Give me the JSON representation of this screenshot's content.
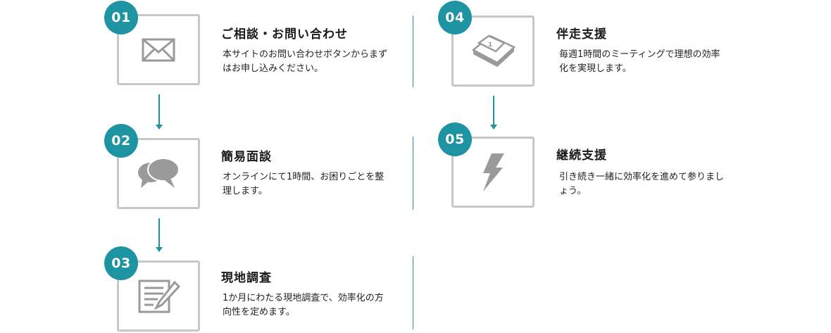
{
  "steps": [
    {
      "num": "01",
      "title": "ご相談・お問い合わせ",
      "desc": "本サイトのお問い合わせボタンからまずはお申し込みください。",
      "icon": "envelope-icon"
    },
    {
      "num": "02",
      "title": "簡易面談",
      "desc": "オンラインにて1時間、お困りごとを整理します。",
      "icon": "speech-bubbles-icon"
    },
    {
      "num": "03",
      "title": "現地調査",
      "desc": "1か月にわたる現地調査で、効率化の方向性を定めます。",
      "icon": "document-edit-icon"
    },
    {
      "num": "04",
      "title": "伴走支援",
      "desc": "毎週1時間のミーティングで理想の効率化を実現します。",
      "icon": "calendar-icon"
    },
    {
      "num": "05",
      "title": "継続支援",
      "desc": "引き続き一緒に効率化を進めて参りましょう。",
      "icon": "lightning-icon"
    }
  ],
  "colors": {
    "accent": "#1e93a2",
    "border": "#c7c7c7",
    "icon": "#9a9a9a"
  }
}
